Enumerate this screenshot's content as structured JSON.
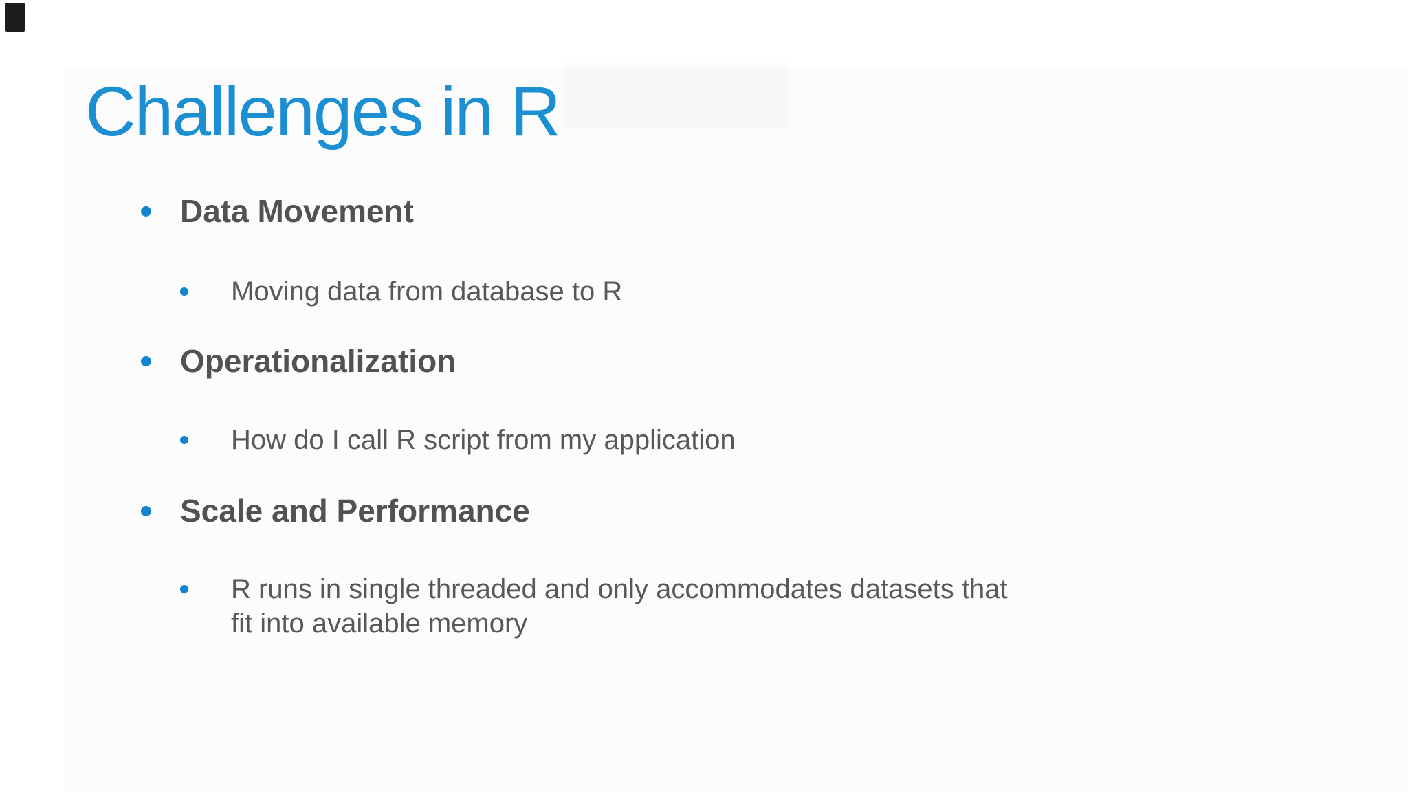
{
  "slide": {
    "title": "Challenges in R",
    "items": [
      {
        "level": 1,
        "text": "Data Movement"
      },
      {
        "level": 2,
        "text": "Moving data from database to R"
      },
      {
        "level": 1,
        "text": "Operationalization"
      },
      {
        "level": 2,
        "text": "How do I call R script from my application"
      },
      {
        "level": 1,
        "text": "Scale and Performance"
      },
      {
        "level": 2,
        "text": "R runs in single threaded and only accommodates datasets that\nfit into available memory"
      }
    ],
    "colors": {
      "title_blue": "#1b8fd2",
      "bullet_blue": "#1184cf",
      "heading_gray": "#525255",
      "body_gray": "#58585b",
      "background": "#ffffff"
    }
  }
}
